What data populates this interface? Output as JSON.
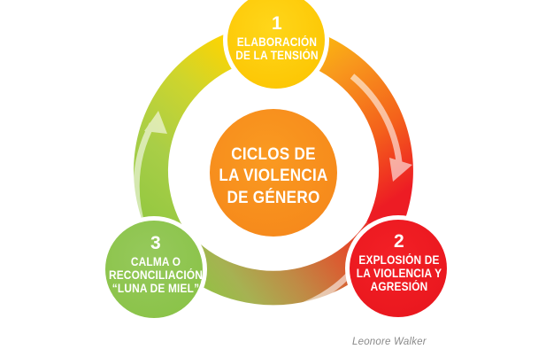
{
  "diagram": {
    "title_center": {
      "line1": "CICLOS DE",
      "line2": "LA VIOLENCIA",
      "line3": "DE GÉNERO",
      "color": "#F7941E"
    },
    "attribution": "Leonore Walker",
    "nodes": [
      {
        "number": "1",
        "line1": "ELABORACIÓN",
        "line2": "DE LA TENSIÓN",
        "line3": "",
        "color": "#FFCB05",
        "name": "stage-1-tension-building"
      },
      {
        "number": "2",
        "line1": "EXPLOSIÓN DE",
        "line2": "LA VIOLENCIA Y",
        "line3": "AGRESIÓN",
        "color": "#ED1C24",
        "name": "stage-2-violence-explosion"
      },
      {
        "number": "3",
        "line1": "CALMA O",
        "line2": "RECONCILIACIÓN",
        "line3": "“LUNA DE MIEL”",
        "color": "#8DC63F",
        "name": "stage-3-calm-honeymoon"
      }
    ],
    "ring": {
      "gradient_stops": [
        "#FFD400",
        "#F89A1C",
        "#F26522",
        "#ED1C24",
        "#E8472C",
        "#C98A46",
        "#A9B053",
        "#8DC63F",
        "#AECD52",
        "#D6D62E",
        "#FFD400"
      ],
      "arrow_color": "#FFFFFF",
      "arrow_opacity": "0.55",
      "arrows": [
        {
          "name": "arrow-top-right-descending",
          "direction": "clockwise-down-right"
        },
        {
          "name": "arrow-bottom-leftward",
          "direction": "counter-right-to-left"
        },
        {
          "name": "arrow-left-ascending",
          "direction": "upward-left-side"
        }
      ]
    },
    "background": "#FFFFFF"
  }
}
